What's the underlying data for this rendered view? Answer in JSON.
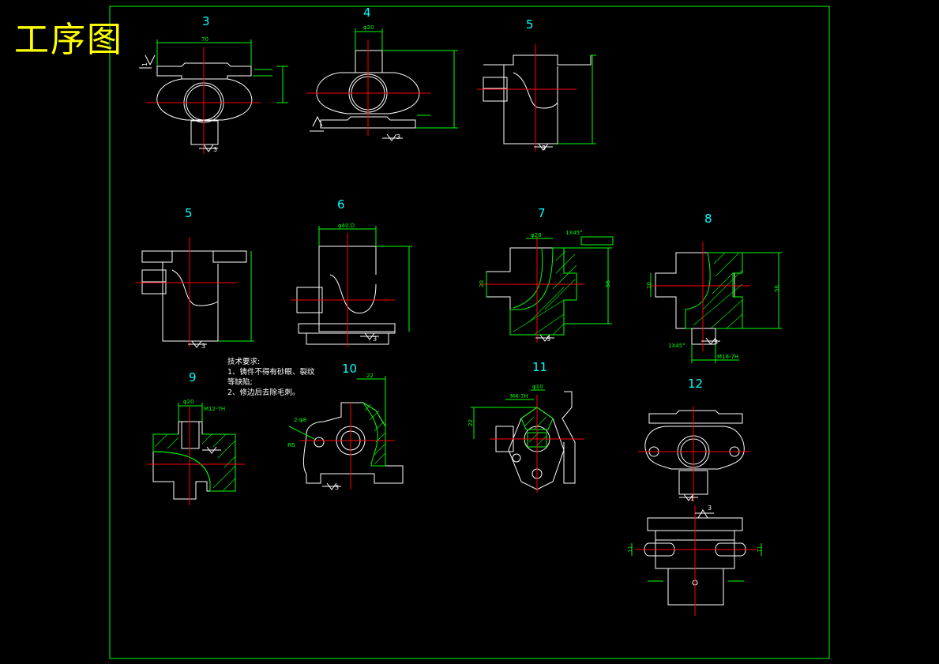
{
  "title": "工序图",
  "labels": [
    "3",
    "4",
    "5",
    "5",
    "6",
    "7",
    "8",
    "9",
    "10",
    "11",
    "12"
  ],
  "notes": {
    "heading": "技术要求:",
    "line1": "1、铸件不得有砂眼、裂纹",
    "line2": "等缺陷;",
    "line3": "2、修边后去除毛刺。"
  },
  "dims": {
    "d3_width": "70",
    "d4_phi": "φ20",
    "d6_phi": "φ40.D",
    "d7_phi": "φ28",
    "d7_chamfer": "1X45°",
    "d7_h": "20",
    "d7_v": "56",
    "d8_h": "20",
    "d8_v": "56",
    "d8_chamfer": "1X45°",
    "d8_thread": "M16-7H",
    "d9_phi": "φ20",
    "d9_thread": "M12-7H",
    "d10_w": "22",
    "d10_holes": "2-φ8",
    "d10_r": "R8",
    "d11_thread": "M4-7H",
    "d11_phi": "φ10",
    "d11_h": "22",
    "d12_a": "11",
    "d12_b": "11"
  },
  "symbols": [
    "1",
    "2",
    "3"
  ],
  "colors": {
    "background": "#000000",
    "outline": "#ffffff",
    "centerline": "#ff0000",
    "dimension": "#00ff00",
    "label": "#00ffff",
    "title": "#ffff00",
    "frame": "#00ff00"
  }
}
